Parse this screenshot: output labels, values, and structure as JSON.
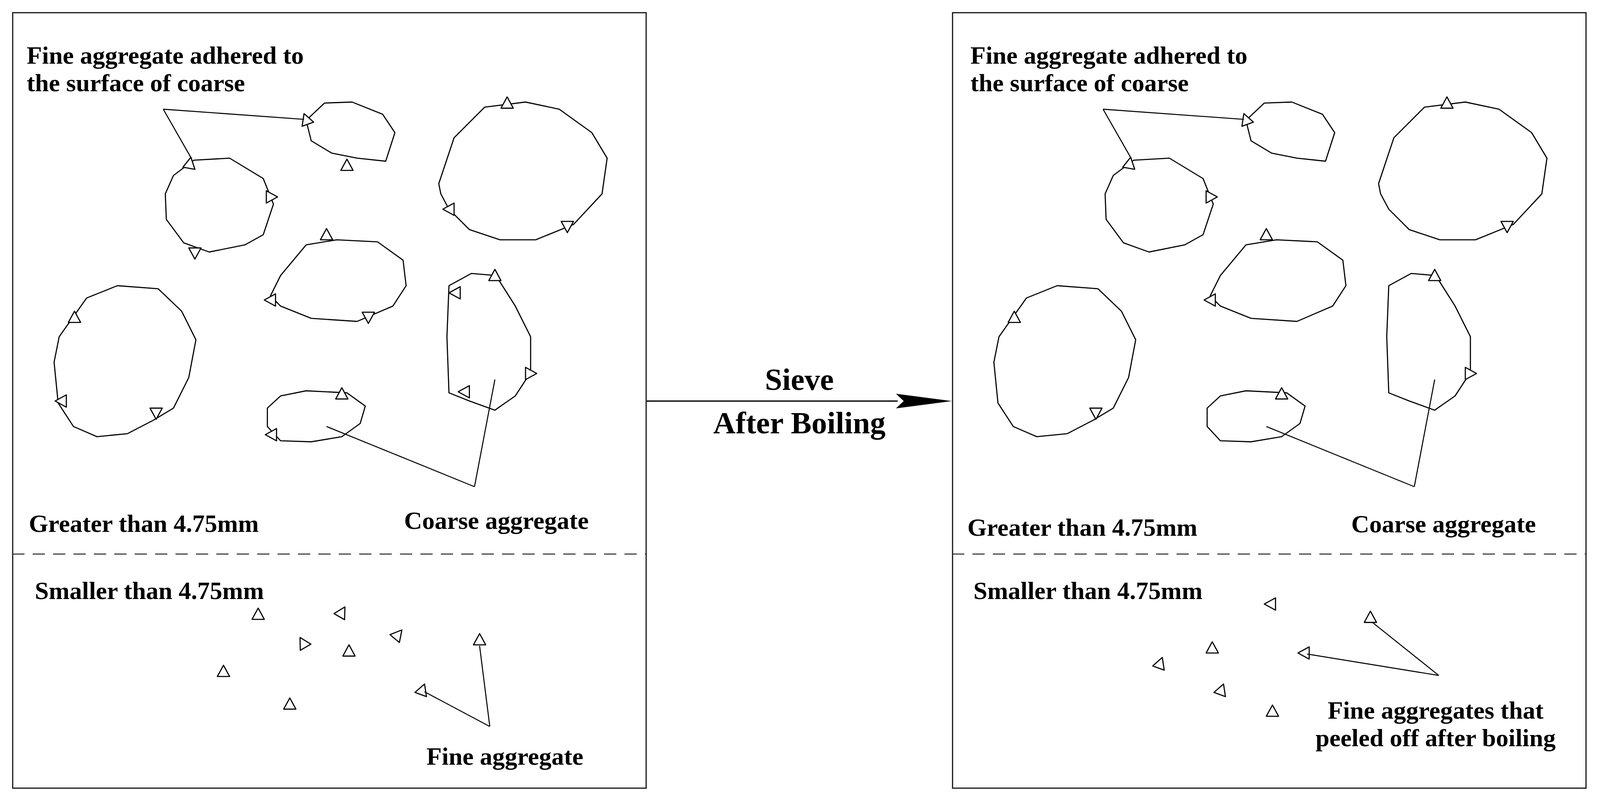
{
  "diagram": {
    "nodes": [
      {
        "text": [
          "Fine aggregate adhered to the surface of coarse",
          "Greater than 4.75mm",
          "Coarse aggregate",
          "Smaller than 4.75mm",
          "Fine aggregate"
        ]
      },
      {
        "text": [
          "Fine aggregate adhered to the surface of coarse",
          "Greater than 4.75mm",
          "Coarse aggregate",
          "Smaller than 4.75mm",
          "Fine aggregates that peeled off after boiling"
        ]
      }
    ],
    "edges": [
      {
        "from": 0,
        "to": 1,
        "arrow": "to",
        "label": "Sieve"
      }
    ],
    "labels": [
      "After Boiling"
    ]
  }
}
